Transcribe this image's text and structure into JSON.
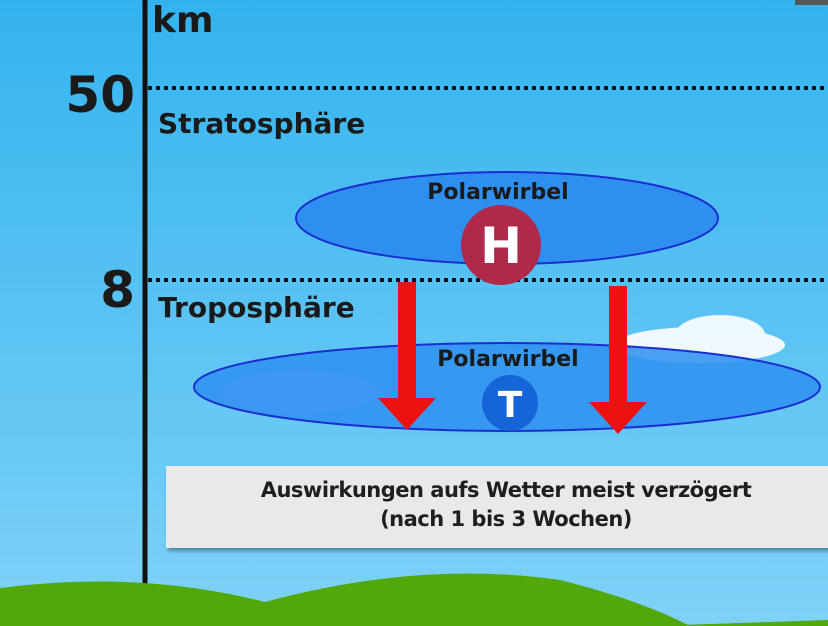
{
  "axis": {
    "unit": "km",
    "ticks": [
      {
        "label": "50",
        "value": 50
      },
      {
        "label": "8",
        "value": 8
      }
    ]
  },
  "layers": {
    "stratosphere": "Stratosphäre",
    "troposphere": "Troposphäre"
  },
  "vortex_upper": {
    "label": "Polarwirbel",
    "pressure": "H",
    "pressure_color": "#b0284a"
  },
  "vortex_lower": {
    "label": "Polarwirbel",
    "pressure": "T",
    "pressure_color": "#1565d8"
  },
  "caption": {
    "line1": "Auswirkungen aufs Wetter meist verzögert",
    "line2": "(nach 1 bis 3 Wochen)"
  },
  "colors": {
    "sky": "#3cb8f0",
    "vortex": "#2e8ff0",
    "arrow": "#ee1111",
    "ground": "#52a80a"
  }
}
